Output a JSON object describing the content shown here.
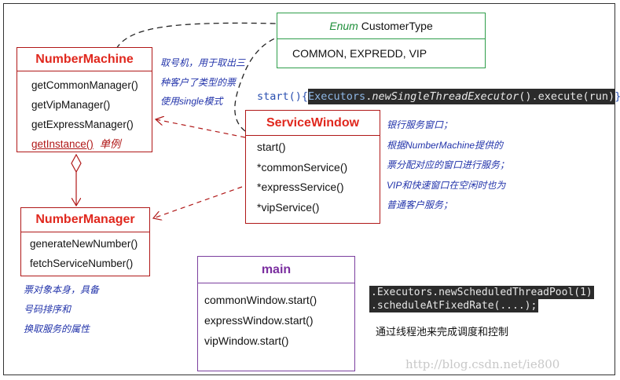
{
  "colors": {
    "class_border": "#b01818",
    "class_title": "#e0281e",
    "enum_border": "#2e9e4a",
    "enum_keyword": "#1f8f3a",
    "main_border": "#7b3f9e",
    "main_title": "#7b2fa0",
    "note_text": "#2233aa",
    "code_bg": "#2b2b2b",
    "code_text": "#e8e8e8",
    "code_highlight": "#8fb8e6"
  },
  "number_machine": {
    "title": "NumberMachine",
    "methods": [
      "getCommonManager()",
      "getVipManager()",
      "getExpressManager()"
    ],
    "instance_method": "getInstance()",
    "instance_note": "单例"
  },
  "enum_box": {
    "keyword": "Enum",
    "name": "CustomerType",
    "values": "COMMON,  EXPREDD, VIP"
  },
  "number_machine_note": [
    "取号机，用于取出三",
    "种客户了类型的票",
    "使用single模式"
  ],
  "service_window": {
    "title": "ServiceWindow",
    "methods": [
      "start()",
      "*commonService()",
      "*expressService()",
      "*vipService()"
    ]
  },
  "start_code": {
    "prefix": "start(){",
    "class_name": "Executors",
    "dot": ".",
    "method": "newSingleThreadExecutor",
    "mid": "().execute(run)",
    "suffix": "}"
  },
  "service_window_note": [
    "银行服务窗口；",
    "根据NumberMachine提供的",
    "票分配对应的窗口进行服务；",
    "VIP和快速窗口在空闲时也为",
    "普通客户服务；"
  ],
  "number_manager": {
    "title": "NumberManager",
    "methods": [
      "generateNewNumber()",
      "fetchServiceNumber()"
    ]
  },
  "number_manager_note": [
    "票对象本身，具备",
    "号码排序和",
    "换取服务的属性"
  ],
  "main_box": {
    "title": "main",
    "methods": [
      "commonWindow.start()",
      "expressWindow.start()",
      "vipWindow.start()"
    ]
  },
  "scheduler_code": [
    ".Executors.newScheduledThreadPool(1)",
    ".scheduleAtFixedRate(....);"
  ],
  "scheduler_note": "通过线程池来完成调度和控制",
  "watermark": "http://blog.csdn.net/ie800"
}
